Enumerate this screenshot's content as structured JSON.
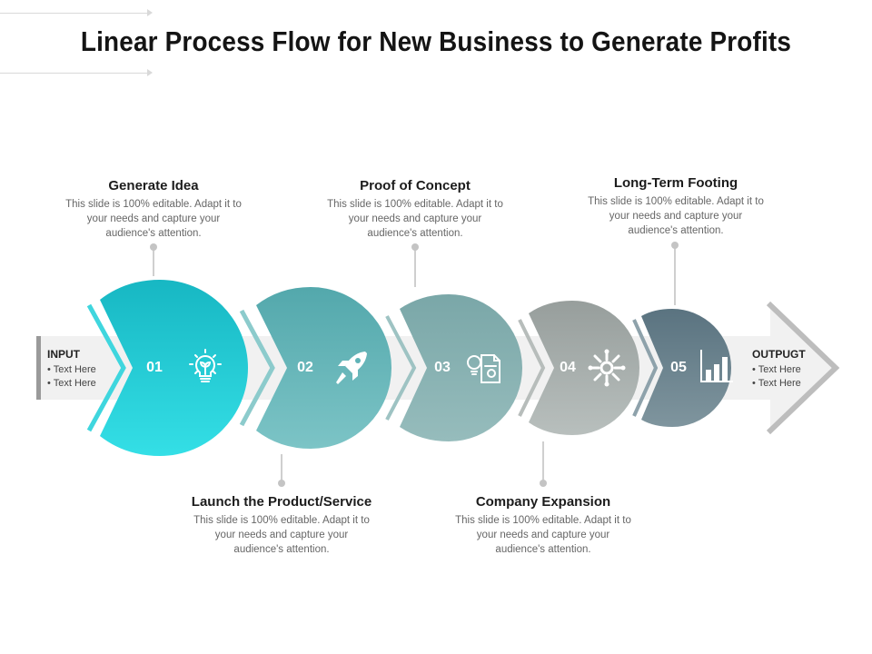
{
  "title": "Linear Process Flow for New Business to Generate Profits",
  "input": {
    "heading": "INPUT",
    "items": [
      "Text Here",
      "Text Here"
    ]
  },
  "output": {
    "heading": "OUTPUGT",
    "items": [
      "Text Here",
      "Text Here"
    ]
  },
  "steps": [
    {
      "number": "01",
      "title": "Generate Idea",
      "description": "This slide is 100% editable. Adapt it to your needs and capture your audience's attention.",
      "icon": "lightbulb-plant-icon",
      "color": "#22c4d0"
    },
    {
      "number": "02",
      "title": "Launch the Product/Service",
      "description": "This slide is 100% editable. Adapt it to your needs and capture your audience's attention.",
      "icon": "rocket-icon",
      "color": "#5fb3b7"
    },
    {
      "number": "03",
      "title": "Proof of Concept",
      "description": "This slide is 100% editable. Adapt it to your needs and capture your audience's attention.",
      "icon": "idea-document-icon",
      "color": "#86b1b2"
    },
    {
      "number": "04",
      "title": "Company Expansion",
      "description": "This slide is 100% editable. Adapt it to your needs and capture your audience's attention.",
      "icon": "gear-network-icon",
      "color": "#a3aaa8"
    },
    {
      "number": "05",
      "title": "Long-Term Footing",
      "description": "This slide is 100% editable. Adapt it to your needs and capture your audience's attention.",
      "icon": "bar-chart-icon",
      "color": "#6f8791"
    }
  ]
}
